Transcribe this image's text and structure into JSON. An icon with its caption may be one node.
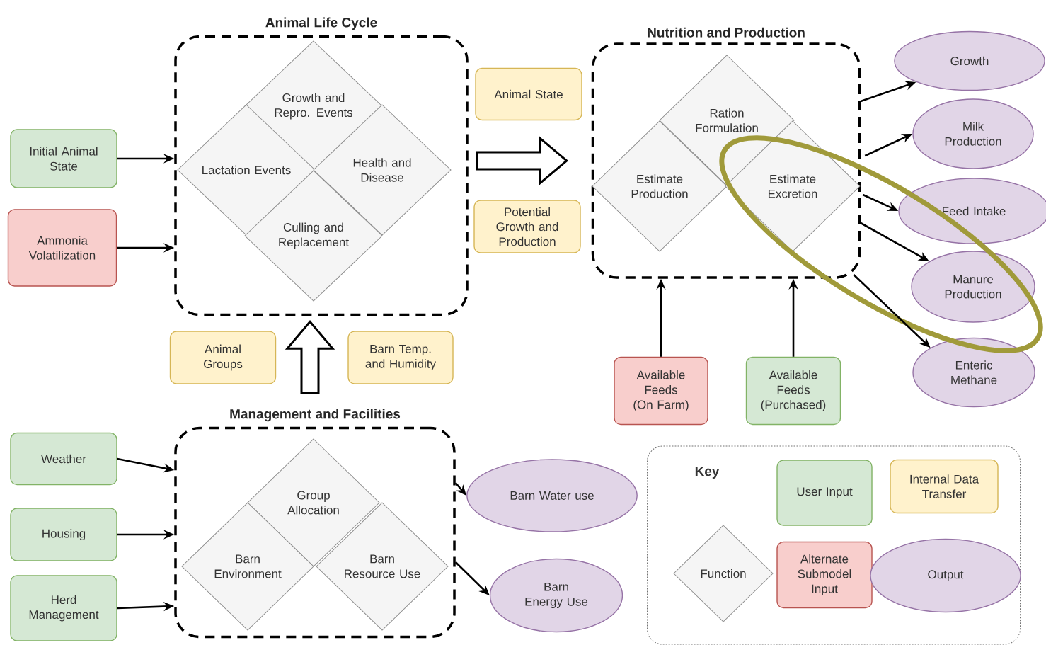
{
  "diagram": {
    "nodes": [
      {
        "text": [
          "Animal Life Cycle"
        ]
      },
      {
        "text": [
          "Growth and Repro. Events"
        ],
        "in": 0
      },
      {
        "text": [
          "Lactation Events"
        ],
        "in": 0
      },
      {
        "text": [
          "Health and Disease"
        ],
        "in": 0
      },
      {
        "text": [
          "Culling and Replacement"
        ],
        "in": 0
      },
      {
        "text": [
          "Nutrition and Production"
        ]
      },
      {
        "text": [
          "Ration Formulation"
        ],
        "in": 5
      },
      {
        "text": [
          "Estimate Production"
        ],
        "in": 5
      },
      {
        "text": [
          "Estimate Excretion"
        ],
        "in": 5
      },
      {
        "text": [
          "Management and Facilities"
        ]
      },
      {
        "text": [
          "Group Allocation"
        ],
        "in": 9
      },
      {
        "text": [
          "Barn Environment"
        ],
        "in": 9
      },
      {
        "text": [
          "Barn Resource Use"
        ],
        "in": 9
      },
      {
        "text": [
          "Initial Animal State"
        ]
      },
      {
        "text": [
          "Ammonia Volatilization"
        ]
      },
      {
        "text": [
          "Animal State"
        ]
      },
      {
        "text": [
          "Potential Growth and Production"
        ]
      },
      {
        "text": [
          "Animal Groups"
        ]
      },
      {
        "text": [
          "Barn Temp. and Humidity"
        ]
      },
      {
        "text": [
          "Weather"
        ]
      },
      {
        "text": [
          "Housing"
        ]
      },
      {
        "text": [
          "Herd Management"
        ]
      },
      {
        "text": [
          "Barn Water use"
        ]
      },
      {
        "text": [
          "Barn Energy Use"
        ]
      },
      {
        "text": [
          "Growth"
        ]
      },
      {
        "text": [
          "Milk Production"
        ]
      },
      {
        "text": [
          "Feed Intake"
        ]
      },
      {
        "text": [
          "Manure Production"
        ]
      },
      {
        "text": [
          "Enteric Methane"
        ]
      },
      {
        "text": [
          "Available Feeds (On Farm)"
        ]
      },
      {
        "text": [
          "Available Feeds (Purchased)"
        ]
      },
      {
        "text": [
          "Key"
        ]
      },
      {
        "text": [
          "User Input"
        ],
        "in": 31
      },
      {
        "text": [
          "Internal Data Transfer"
        ],
        "in": 31
      },
      {
        "text": [
          "Function"
        ],
        "in": 31
      },
      {
        "text": [
          "Alternate Submodel Input"
        ],
        "in": 31
      },
      {
        "text": [
          "Output"
        ],
        "in": 31
      }
    ],
    "edges": [
      {
        "from": 13,
        "to": 0,
        "arrow": "to"
      },
      {
        "from": 14,
        "to": 0,
        "arrow": "to"
      },
      {
        "from": 0,
        "to": 5,
        "arrow": "to",
        "style": "thick"
      },
      {
        "from": 9,
        "to": 0,
        "arrow": "to",
        "style": "thick"
      },
      {
        "from": 19,
        "to": 9,
        "arrow": "to"
      },
      {
        "from": 20,
        "to": 9,
        "arrow": "to"
      },
      {
        "from": 21,
        "to": 9,
        "arrow": "to"
      },
      {
        "from": 9,
        "to": 22,
        "arrow": "to"
      },
      {
        "from": 9,
        "to": 23,
        "arrow": "to"
      },
      {
        "from": 5,
        "to": 24,
        "arrow": "to"
      },
      {
        "from": 5,
        "to": 25,
        "arrow": "to"
      },
      {
        "from": 5,
        "to": 26,
        "arrow": "to"
      },
      {
        "from": 5,
        "to": 27,
        "arrow": "to"
      },
      {
        "from": 5,
        "to": 28,
        "arrow": "to"
      },
      {
        "from": 29,
        "to": 5,
        "arrow": "to"
      },
      {
        "from": 30,
        "to": 5,
        "arrow": "to"
      }
    ]
  }
}
